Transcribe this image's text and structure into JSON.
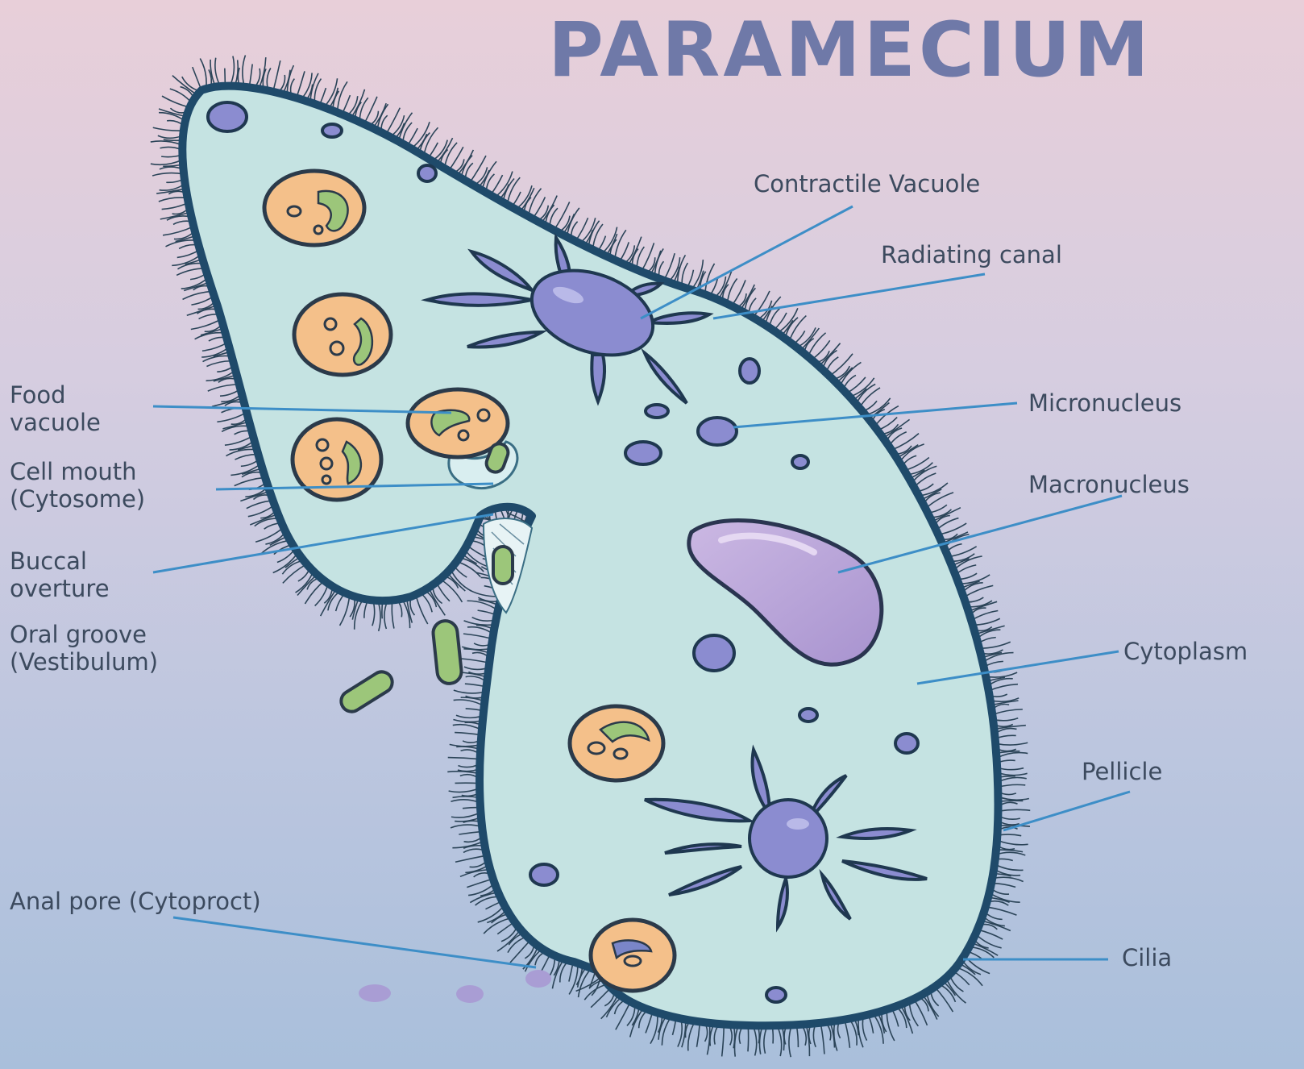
{
  "title": "PARAMECIUM",
  "labels": {
    "contractile_vacuole": "Contractile Vacuole",
    "radiating_canal": "Radiating canal",
    "micronucleus": "Micronucleus",
    "macronucleus": "Macronucleus",
    "cytoplasm": "Cytoplasm",
    "pellicle": "Pellicle",
    "cilia": "Cilia",
    "food_vacuole_1": "Food",
    "food_vacuole_2": "vacuole",
    "cell_mouth_1": "Cell mouth",
    "cell_mouth_2": "(Cytosome)",
    "buccal_1": "Buccal",
    "buccal_2": "overture",
    "oral_groove_1": "Oral groove",
    "oral_groove_2": "(Vestibulum)",
    "anal_pore": "Anal pore (Cytoproct)"
  },
  "colors": {
    "body_fill": "#c5e3e2",
    "outline": "#1f4a6a",
    "nucleus": "#8b8cd0",
    "macronucleus": "#b8a3d6",
    "food_vacuole": "#f4c08a",
    "algae": "#9cc67a",
    "leader_line": "#3d8ec7",
    "title": "#6f79a8"
  }
}
